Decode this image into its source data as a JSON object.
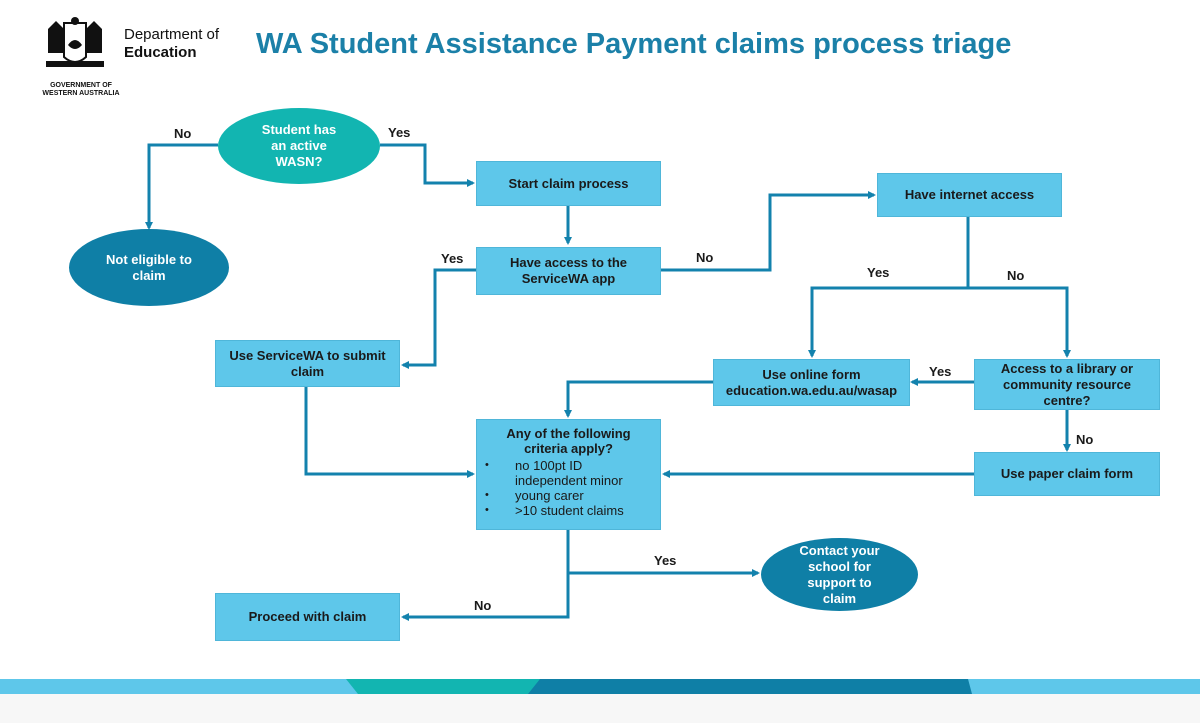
{
  "header": {
    "dept_line1": "Department of",
    "dept_line2": "Education",
    "gov_line1": "GOVERNMENT OF",
    "gov_line2": "WESTERN AUSTRALIA",
    "title": "WA Student Assistance Payment claims process triage"
  },
  "nodes": {
    "wasn_question": "Student has\nan active\nWASN?",
    "not_eligible": "Not eligible to\nclaim",
    "start_claim": "Start claim process",
    "servicewa_access": "Have access to the\nServiceWA app",
    "internet_access": "Have internet access",
    "use_servicewa": "Use ServiceWA to submit\nclaim",
    "online_form": "Use online form\neducation.wa.edu.au/wasap",
    "library_access": "Access to a library or\ncommunity resource\ncentre?",
    "criteria_head": "Any of the following\ncriteria apply?",
    "criteria": [
      "no 100pt ID",
      "independent minor",
      "young carer",
      ">10 student claims"
    ],
    "paper_form": "Use paper claim form",
    "contact_school": "Contact your\nschool for\nsupport to\nclaim",
    "proceed": "Proceed with claim"
  },
  "labels": {
    "no": "No",
    "yes": "Yes"
  },
  "colors": {
    "title": "#1b80a8",
    "box": "#5ec7ea",
    "arrow": "#1382ad",
    "teal": "#12b5b1",
    "blue": "#0f7fa6"
  }
}
